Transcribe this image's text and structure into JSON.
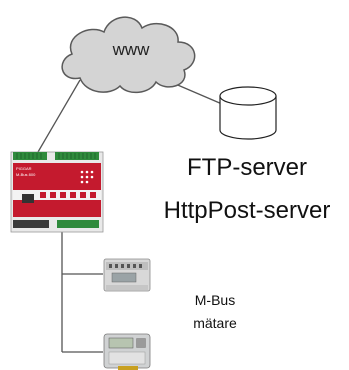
{
  "cloud": {
    "label": "www"
  },
  "server": {
    "label_line1": "FTP-server",
    "label_line2": "HttpPost-server"
  },
  "meters": {
    "label_line1": "M-Bus",
    "label_line2": "mätare"
  },
  "controller": {
    "brand_text": "PIGGAR",
    "model_text": "M-Bus 800"
  },
  "colors": {
    "cloud_fill": "#d4d4d4",
    "cloud_stroke": "#5a5a5a",
    "controller_red": "#c41a2e",
    "connector_green": "#2f8a3c",
    "line": "#555555"
  },
  "icons": {
    "cloud": "cloud-icon",
    "server": "database-cylinder-icon",
    "controller": "plc-controller-icon",
    "meter1": "electricity-meter-icon",
    "meter2": "heat-meter-icon"
  }
}
